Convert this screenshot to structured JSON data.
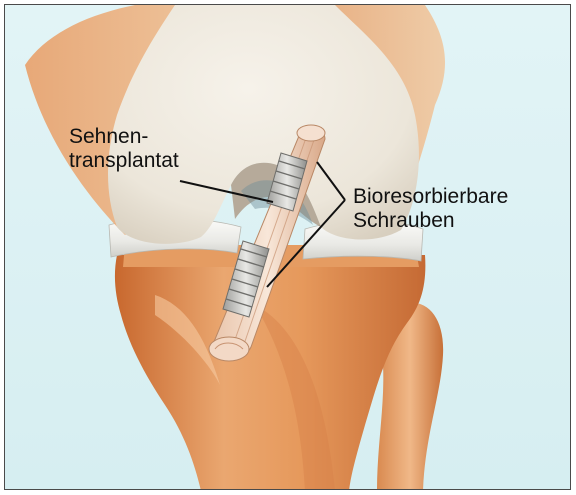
{
  "labels": {
    "graft": {
      "line1": "Sehnen-",
      "line2": "transplantat"
    },
    "screws": {
      "line1": "Bioresorbierbare",
      "line2": "Schrauben"
    }
  },
  "colors": {
    "background": "#d9f0f2",
    "femur": "#efeae0",
    "bone": "#e39a5e",
    "meniscus": "#f4f4f1",
    "graft": "#f3d9c6",
    "screw": "#c9c9c7",
    "line": "#111111"
  }
}
